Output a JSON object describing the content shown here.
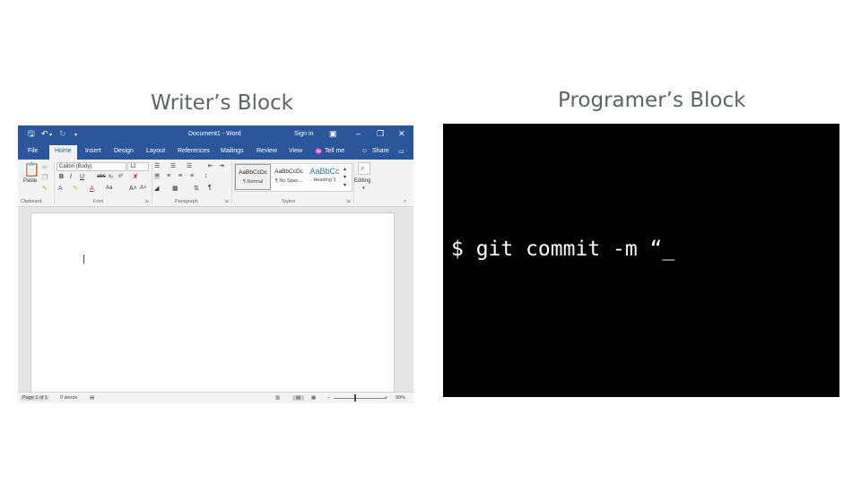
{
  "captions": {
    "left": "Writer’s Block",
    "right": "Programer’s Block"
  },
  "word": {
    "title": "Document1 - Word",
    "sign_in": "Sign in",
    "tabs": [
      "File",
      "Home",
      "Insert",
      "Design",
      "Layout",
      "References",
      "Mailings",
      "Review",
      "View"
    ],
    "tell_me": "Tell me",
    "share": "Share",
    "font_name": "Calibri (Body)",
    "font_size": "12",
    "paste_label": "Paste",
    "group_labels": {
      "clipboard": "Clipboard",
      "font": "Font",
      "paragraph": "Paragraph",
      "styles": "Styles"
    },
    "styles": [
      {
        "preview": "AaBbCcDc",
        "name": "¶ Normal"
      },
      {
        "preview": "AaBbCcDc",
        "name": "¶ No Spac..."
      },
      {
        "preview": "AaBbCc",
        "name": "Heading 1"
      }
    ],
    "editing_label": "Editing",
    "status": {
      "page": "Page 1 of 1",
      "words": "0 words",
      "zoom": "90%"
    },
    "colors": {
      "brand": "#2b579a",
      "heading_preview": "#2e74b5"
    }
  },
  "terminal": {
    "prompt": "$ git commit -m “_",
    "background": "#000000",
    "foreground": "#ffffff"
  }
}
